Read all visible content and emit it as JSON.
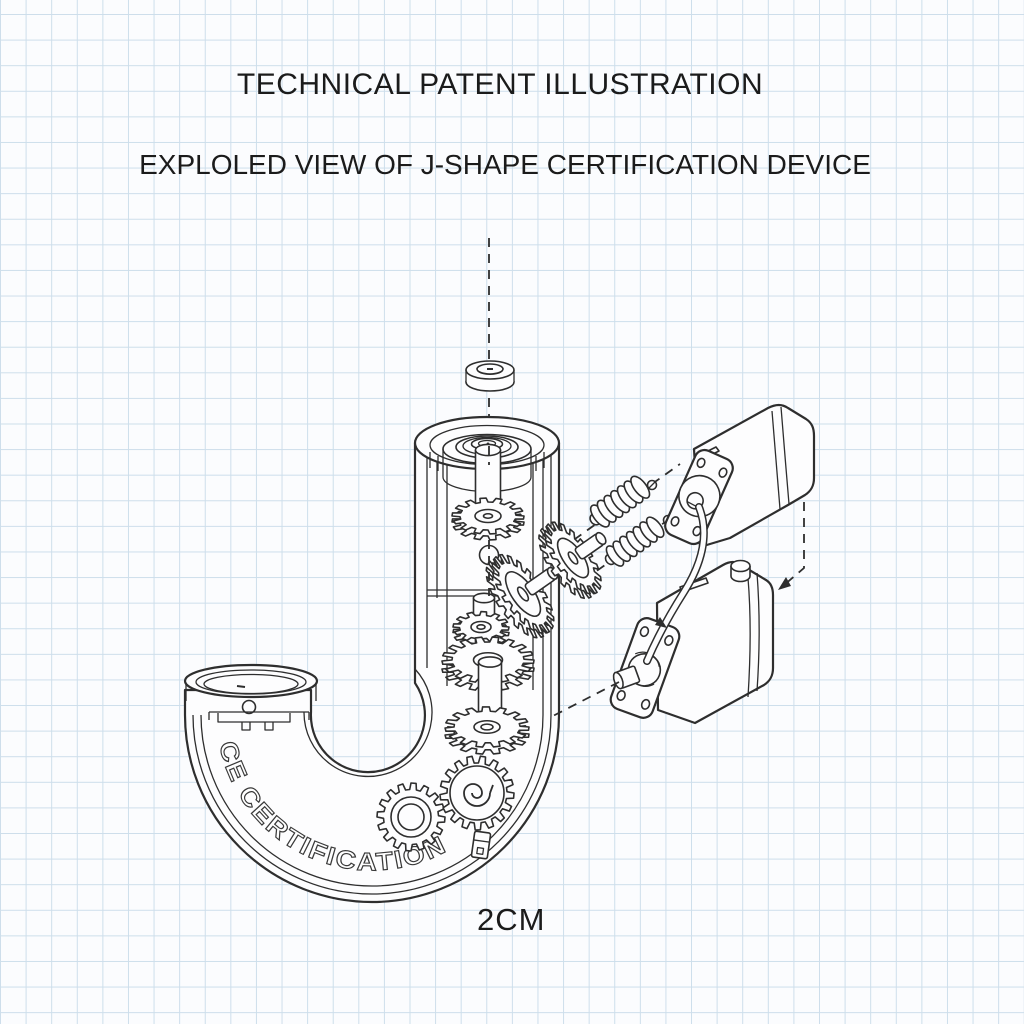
{
  "page": {
    "title": "TECHNICAL PATENT ILLUSTRATION",
    "subtitle": "EXPLOLED VIEW OF J-SHAPE CERTIFICATION DEVICE",
    "scale_label": "2CM",
    "engraving_text": "CE CERTIFICATION"
  },
  "style": {
    "paper_color": "#fbfcfe",
    "component_fill": "#fdfdfe",
    "grid_color": "#cddeeb",
    "ink_color": "#2e2e2e"
  },
  "components": [
    "washer",
    "j-housing",
    "end-cap",
    "cylinder-bore-bearing",
    "stem-gear-train",
    "exploded-bevel-gears",
    "worm-springs",
    "fastening-screws",
    "electric-motor",
    "gear-reducer",
    "motor-wires",
    "idler-gear",
    "spiral-spring-gear",
    "assembly-leader-lines"
  ]
}
